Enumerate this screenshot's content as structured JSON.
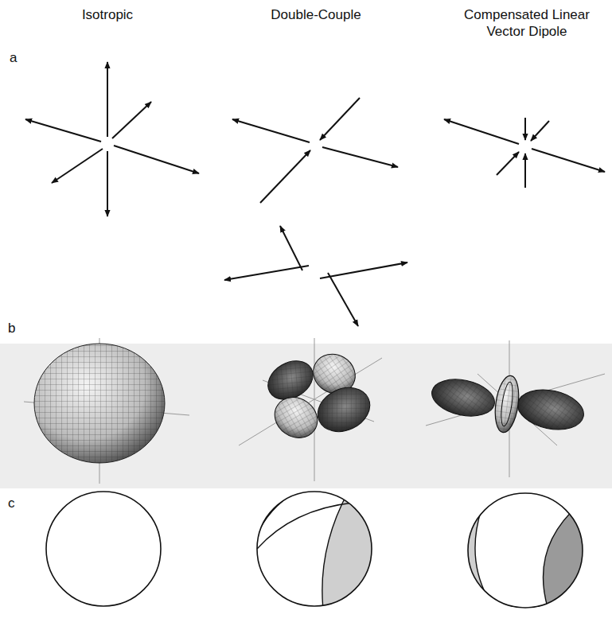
{
  "diagram": {
    "labels": [
      "Isotropic",
      "Double-Couple",
      "Compensated Linear Vector Dipole",
      "a",
      "b",
      "c"
    ]
  }
}
